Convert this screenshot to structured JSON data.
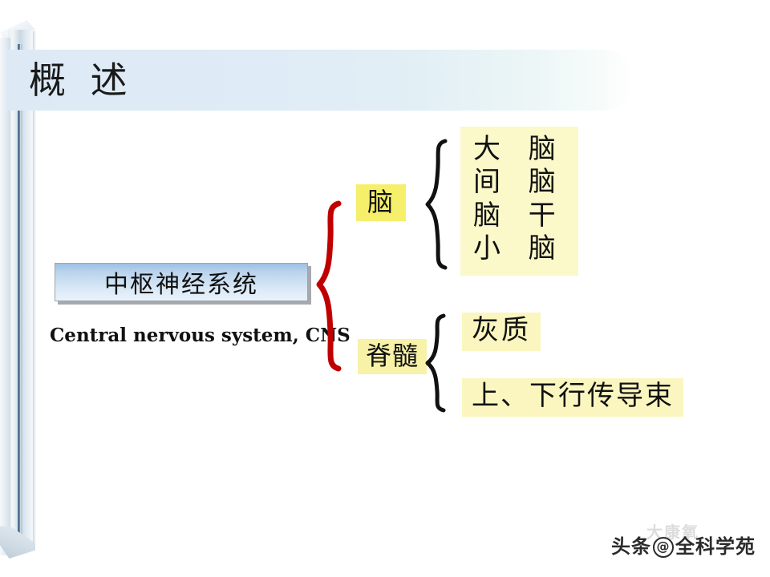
{
  "slide": {
    "title": "概 述",
    "background_color": "#ffffff",
    "banner_color": "#ddeaf6"
  },
  "root_node": {
    "label": "中枢神经系统",
    "english": "Central nervous system, CNS",
    "box_fill_top": "#9dc0e2",
    "box_fill_bottom": "#e9f2fb",
    "box_border": "#9aa6b0",
    "shadow_color": "#a7a9ac"
  },
  "brace_colors": {
    "primary": "#c00000",
    "secondary": "#111111"
  },
  "branches": [
    {
      "label": "脑",
      "highlight": "#f6ef6b",
      "items_highlight": "#fbf8c9",
      "items": [
        "大 脑",
        "间 脑",
        "脑 干",
        "小 脑"
      ]
    },
    {
      "label": "脊髓",
      "highlight": "#f7f2a8",
      "items_highlight": "#fbf6bf",
      "items": [
        "灰质",
        "上、下行传导束"
      ]
    }
  ],
  "watermark": {
    "prefix": "头条",
    "at_symbol": "@",
    "account": "全科学苑",
    "ghost": "大康氧"
  }
}
